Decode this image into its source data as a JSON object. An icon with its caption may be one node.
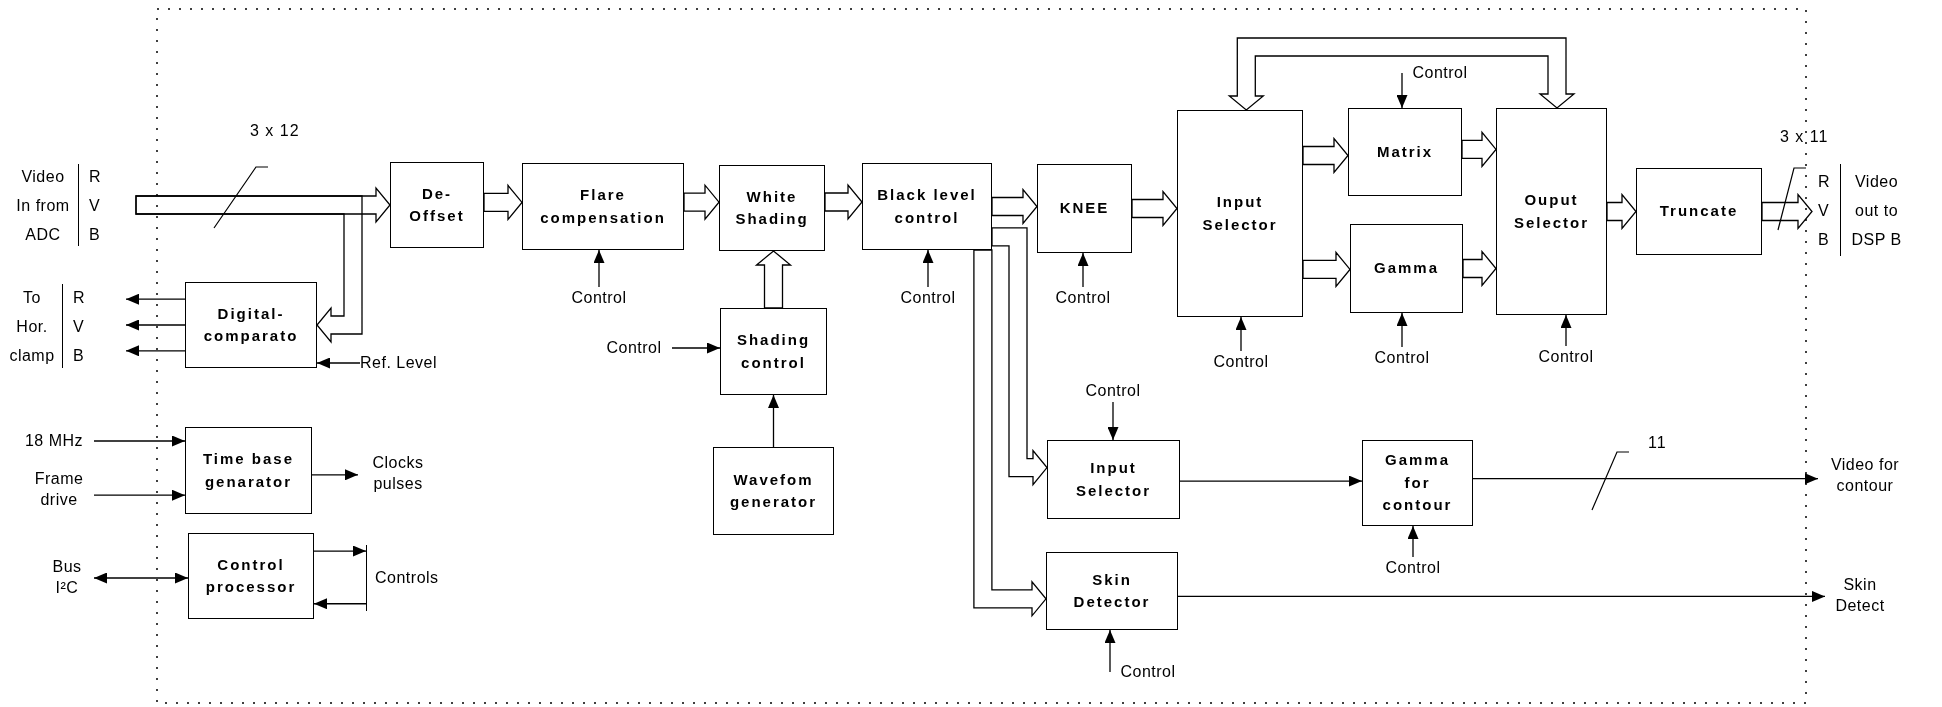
{
  "diagram": {
    "nodes": [
      {
        "text": [
          "Video In from ADC",
          "R",
          "V",
          "B"
        ]
      },
      {
        "text": [
          "De- Offset"
        ]
      },
      {
        "text": [
          "Flare compensation"
        ]
      },
      {
        "text": [
          "White Shading"
        ]
      },
      {
        "text": [
          "Black level control"
        ]
      },
      {
        "text": [
          "KNEE"
        ]
      },
      {
        "text": [
          "Input Selector"
        ]
      },
      {
        "text": [
          "Matrix"
        ]
      },
      {
        "text": [
          "Gamma"
        ]
      },
      {
        "text": [
          "Ouput Selector"
        ]
      },
      {
        "text": [
          "Truncate"
        ]
      },
      {
        "text": [
          "R",
          "V",
          "B",
          "Video out to DSP B"
        ]
      },
      {
        "text": [
          "Digital- comparato"
        ]
      },
      {
        "text": [
          "To Hor. clamp",
          "R",
          "V",
          "B"
        ]
      },
      {
        "text": [
          "Ref. Level"
        ]
      },
      {
        "text": [
          "Shading control"
        ]
      },
      {
        "text": [
          "Control"
        ]
      },
      {
        "text": [
          "Wavefom generator"
        ]
      },
      {
        "text": [
          "18 MHz"
        ]
      },
      {
        "text": [
          "Frame drive"
        ]
      },
      {
        "text": [
          "Time base genarator"
        ]
      },
      {
        "text": [
          "Clocks pulses"
        ]
      },
      {
        "text": [
          "Bus I²C"
        ]
      },
      {
        "text": [
          "Control processor"
        ]
      },
      {
        "text": [
          "Controls"
        ]
      },
      {
        "text": [
          "Input Selector"
        ]
      },
      {
        "text": [
          "Gamma for contour"
        ]
      },
      {
        "text": [
          "Video for contour"
        ]
      },
      {
        "text": [
          "Skin Detector"
        ]
      },
      {
        "text": [
          "Skin Detect"
        ]
      },
      {
        "text": [
          "Control"
        ]
      },
      {
        "text": [
          "Control"
        ]
      },
      {
        "text": [
          "Control"
        ]
      },
      {
        "text": [
          "Control"
        ]
      },
      {
        "text": [
          "Control"
        ]
      },
      {
        "text": [
          "Control"
        ]
      },
      {
        "text": [
          "Control"
        ]
      },
      {
        "text": [
          "Control"
        ]
      },
      {
        "text": [
          "Control"
        ]
      },
      {
        "text": [
          "Control"
        ]
      }
    ],
    "edges": [
      {
        "from": 0,
        "to": 1,
        "arrow": "to",
        "style": "thick"
      },
      {
        "from": 0,
        "to": 12,
        "arrow": "to",
        "style": "thick"
      },
      {
        "from": 1,
        "to": 2,
        "arrow": "to",
        "style": "thick"
      },
      {
        "from": 2,
        "to": 3,
        "arrow": "to",
        "style": "thick"
      },
      {
        "from": 3,
        "to": 4,
        "arrow": "to",
        "style": "thick"
      },
      {
        "from": 4,
        "to": 5,
        "arrow": "to",
        "style": "thick"
      },
      {
        "from": 4,
        "to": 25,
        "arrow": "to",
        "style": "thick"
      },
      {
        "from": 4,
        "to": 28,
        "arrow": "to",
        "style": "thick"
      },
      {
        "from": 5,
        "to": 6,
        "arrow": "to",
        "style": "thick"
      },
      {
        "from": 6,
        "to": 7,
        "arrow": "to",
        "style": "thick"
      },
      {
        "from": 6,
        "to": 8,
        "arrow": "to",
        "style": "thick"
      },
      {
        "from": 7,
        "to": 9,
        "arrow": "to",
        "style": "thick"
      },
      {
        "from": 8,
        "to": 9,
        "arrow": "to",
        "style": "thick"
      },
      {
        "from": 9,
        "to": 10,
        "arrow": "to",
        "style": "thick"
      },
      {
        "from": 10,
        "to": 11,
        "arrow": "to",
        "style": "thick"
      },
      {
        "from": 6,
        "to": 9,
        "arrow": "both",
        "style": "thick"
      },
      {
        "from": 15,
        "to": 3,
        "arrow": "to",
        "style": "thick"
      },
      {
        "from": 12,
        "to": 13,
        "arrow": "to"
      },
      {
        "from": 12,
        "to": 13,
        "arrow": "to"
      },
      {
        "from": 12,
        "to": 13,
        "arrow": "to"
      },
      {
        "from": 14,
        "to": 12,
        "arrow": "to"
      },
      {
        "from": 16,
        "to": 15,
        "arrow": "to"
      },
      {
        "from": 17,
        "to": 15,
        "arrow": "to"
      },
      {
        "from": 18,
        "to": 20,
        "arrow": "to"
      },
      {
        "from": 19,
        "to": 20,
        "arrow": "to"
      },
      {
        "from": 20,
        "to": 21,
        "arrow": "to"
      },
      {
        "from": 22,
        "to": 23,
        "arrow": "both"
      },
      {
        "from": 23,
        "to": 24,
        "arrow": "to"
      },
      {
        "from": 24,
        "to": 23,
        "arrow": "to"
      },
      {
        "from": 25,
        "to": 26,
        "arrow": "to"
      },
      {
        "from": 26,
        "to": 27,
        "arrow": "to"
      },
      {
        "from": 28,
        "to": 29,
        "arrow": "to"
      },
      {
        "from": 30,
        "to": 2,
        "arrow": "to"
      },
      {
        "from": 31,
        "to": 4,
        "arrow": "to"
      },
      {
        "from": 32,
        "to": 5,
        "arrow": "to"
      },
      {
        "from": 33,
        "to": 6,
        "arrow": "to"
      },
      {
        "from": 34,
        "to": 7,
        "arrow": "to"
      },
      {
        "from": 35,
        "to": 8,
        "arrow": "to"
      },
      {
        "from": 36,
        "to": 9,
        "arrow": "to"
      },
      {
        "from": 37,
        "to": 25,
        "arrow": "to"
      },
      {
        "from": 38,
        "to": 26,
        "arrow": "to"
      },
      {
        "from": 39,
        "to": 28,
        "arrow": "to"
      }
    ],
    "labels": [
      "3 x 12",
      "3 x 11",
      "11"
    ]
  }
}
